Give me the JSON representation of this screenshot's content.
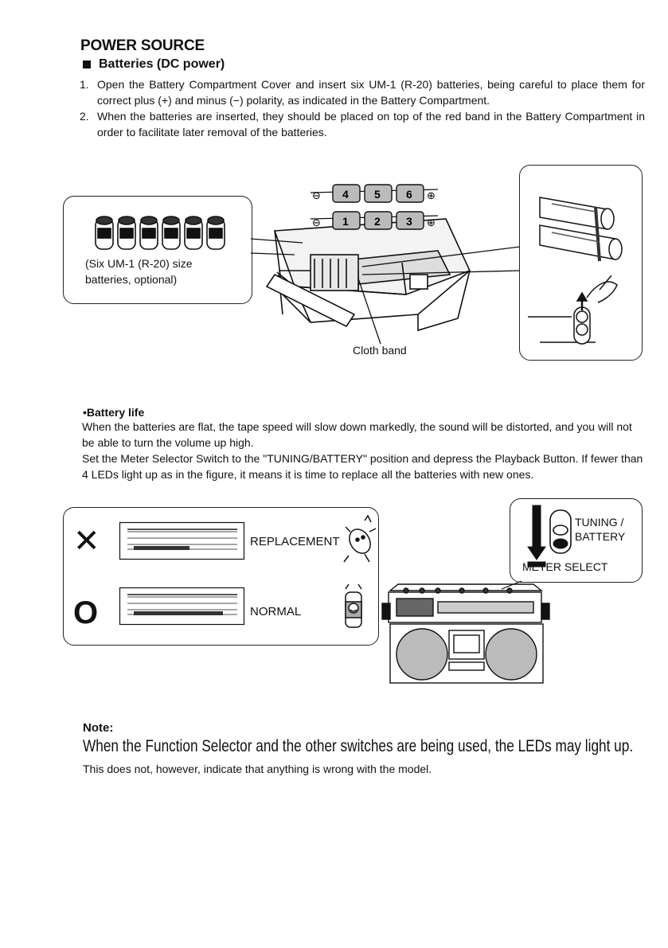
{
  "section_title": "POWER SOURCE",
  "subheading": "Batteries (DC power)",
  "steps": [
    {
      "num": "1.",
      "text": "Open the Battery Compartment Cover and insert six UM-1 (R-20) batteries, being careful to place them for correct plus (+) and minus (−) polarity, as indicated in the Battery Compartment."
    },
    {
      "num": "2.",
      "text": "When the batteries are inserted, they should be placed on top of the red band in the Battery Compartment in order to facilitate later removal of the batteries."
    }
  ],
  "battery_callout": {
    "line1": "(Six UM-1 (R-20) size",
    "line2": "batteries, optional)"
  },
  "battery_numbers": [
    "4",
    "5",
    "6",
    "1",
    "2",
    "3"
  ],
  "cloth_band_label": "Cloth band",
  "battery_life": {
    "title": "•Battery life",
    "para1": "When the batteries are flat, the tape speed will slow down markedly, the sound will be distorted, and you will not be able to turn the volume up high.",
    "para2": "Set the Meter Selector Switch to the \"TUNING/BATTERY\" position and depress the Playback Button. If fewer than 4 LEDs light up as in the figure, it means it is time to replace all the batteries with new ones."
  },
  "status": {
    "bad_symbol": "✕",
    "bad_label": "REPLACEMENT",
    "good_symbol": "O",
    "good_label": "NORMAL"
  },
  "meter_select": {
    "line1": "TUNING /",
    "line2": "BATTERY",
    "line3": "METER SELECT"
  },
  "note": {
    "title": "Note:",
    "line1": "When the Function Selector and the other switches are being used, the LEDs may light up.",
    "line2": "This does not, however, indicate that anything is wrong with the model."
  }
}
